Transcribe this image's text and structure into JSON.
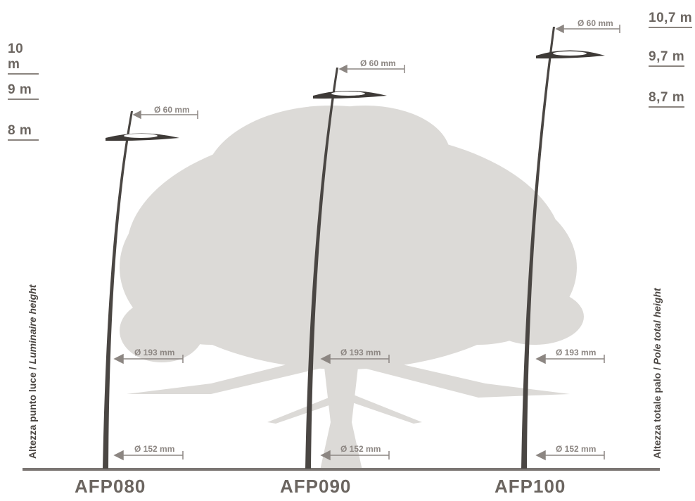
{
  "left_heights": [
    "10 m",
    "9 m",
    "8 m"
  ],
  "right_heights": [
    "10,7 m",
    "9,7 m",
    "8,7 m"
  ],
  "left_axis": {
    "it": "Altezza punto luce",
    "sep": " / ",
    "en": "Luminaire height"
  },
  "right_axis": {
    "it": "Altezza totale palo",
    "sep": " / ",
    "en": "Pole total height"
  },
  "models": [
    "AFP080",
    "AFP090",
    "AFP100"
  ],
  "dims": {
    "top": "Ø 60 mm",
    "mid": "Ø 193 mm",
    "base": "Ø 152 mm"
  },
  "colors": {
    "pole": "#4a4643",
    "tree": "#dcdad7",
    "text": "#6b6560",
    "dim": "#8c8682",
    "ground": "#7a7572"
  }
}
